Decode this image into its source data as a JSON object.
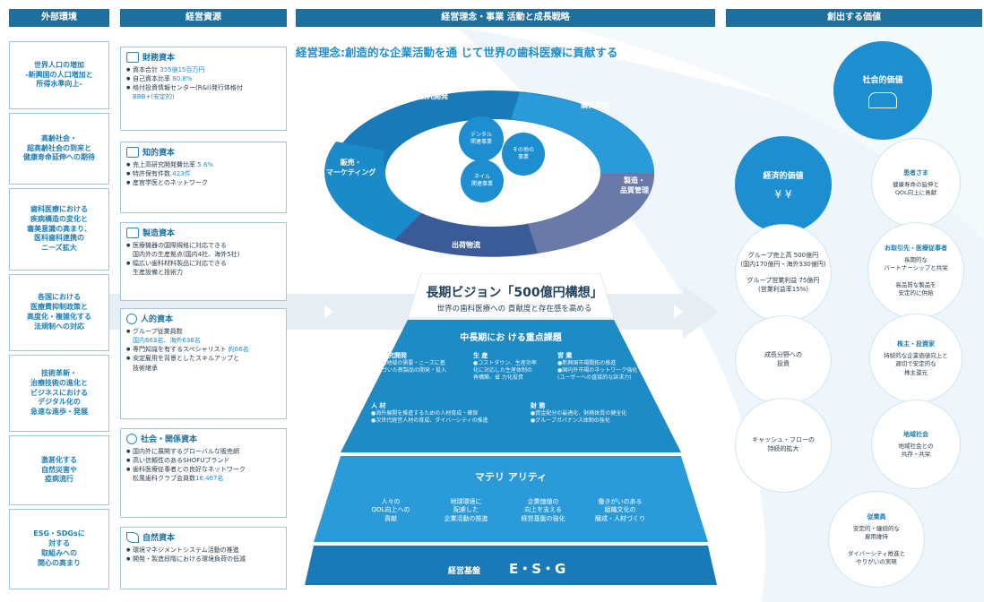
{
  "headers": {
    "external": "外部環境",
    "capital": "経営資源",
    "strategy": "経営理念・事業 活動と成長戦略",
    "value": "創出する価値"
  },
  "philosophy": "経営理念:創造的な企業活動を通 じて世界の歯科医療に貢献する",
  "environment": [
    "世界人口の増加\n-新興国の人口増加と\n所得水準向上-",
    "高齢社会・\n超高齢社会の到来と\n健康寿命延伸への期待",
    "歯科医療における\n疾病構造の変化と\n審美意識の高まり、\n医科歯科連携の\nニーズ拡大",
    "各国における\n医療費抑制政策と\n高度化・複雑化する\n法規制への対応",
    "技術革新・\n治療技術の進化と\nビジネスにおける\nデジタル化の\n急速な進歩・発展",
    "激甚化する\n自然災害や\n疫病流行",
    "ESG・SDGsに\n対する\n取組みへの\n関心の高まり"
  ],
  "capitals": [
    {
      "title": "財務資本",
      "icon": "bar-chart-icon",
      "items": [
        {
          "text": "資本合計 ",
          "hl": "355億15百万円"
        },
        {
          "text": "自己資本比率 ",
          "hl": "80.8%"
        },
        {
          "text": "格付投資情報センター(R&I)発行体格付\n",
          "hl": "BBB+(安定的)"
        }
      ]
    },
    {
      "title": "知的資本",
      "icon": "book-icon",
      "items": [
        {
          "text": "売上高研究開発費比率 ",
          "hl": "5.8%"
        },
        {
          "text": "特許保有件数 ",
          "hl": "423件"
        },
        {
          "text": "産官学医とのネットワーク",
          "hl": ""
        }
      ]
    },
    {
      "title": "製造資本",
      "icon": "factory-icon",
      "items": [
        {
          "text": "医療機器の国際規格に対応できる\n国内外の生産拠点(国内4社、海外5社)",
          "hl": ""
        },
        {
          "text": "幅広い歯科材料製品に対応できる\n生産設備と技術力",
          "hl": ""
        }
      ]
    },
    {
      "title": "人的資本",
      "icon": "person-icon",
      "items": [
        {
          "text": "グループ従業員数\n",
          "hl": "国内663名、海外636名"
        },
        {
          "text": "専門知識を有するスペシャリスト ",
          "hl": "約66名"
        },
        {
          "text": "安定雇用を背景としたスキルアップと\n技術継承",
          "hl": ""
        }
      ]
    },
    {
      "title": "社会・関係資本",
      "icon": "network-icon",
      "items": [
        {
          "text": "国内外に展開するグローバルな販売網",
          "hl": ""
        },
        {
          "text": "高い信頼性のあるSHOFUブランド",
          "hl": ""
        },
        {
          "text": "歯科医療従事者との良好なネットワーク\n松風歯科クラブ会員数",
          "hl": "16,467名"
        }
      ]
    },
    {
      "title": "自然資本",
      "icon": "leaf-icon",
      "items": [
        {
          "text": "環境マネジメントシステム活動の推進",
          "hl": ""
        },
        {
          "text": "開発・製造段階における環境負荷の低減",
          "hl": ""
        }
      ]
    }
  ],
  "cycle": {
    "rd": "研究開発",
    "procurement": "購買物流",
    "manufacturing": "製造・\n品質管理",
    "shipping": "出荷物流",
    "sales": "販売・\nマーケティング",
    "inner": [
      "デンタル\n関連事業",
      "その他の\n事業",
      "ネイル\n関連事業"
    ]
  },
  "vision": {
    "title": "長期ビジョン「500億円構想」",
    "subtitle": "世界の歯科医療への 貢献度と存在感を高める"
  },
  "priorities": {
    "title": "中長期にお ける重点課題",
    "row1": [
      {
        "label": "研究開発",
        "text": "●地域の需要・ニーズに基\nづいた新製品の開発・投入"
      },
      {
        "label": "生 産",
        "text": "●コストダウン、生産効率\n化に対応した生産体制の\n再構築、省 力化投資"
      },
      {
        "label": "営 業",
        "text": "●新興国市場開拓の推進\n●国内外市場のネットワーク強化\n(ユーザーへの直接的な訴求力)"
      }
    ],
    "row2": [
      {
        "label": "人 材",
        "text": "●海外展開を推進するための人材育成・確保\n●次世代経営人材の育成、ダイバーシティの推進"
      },
      {
        "label": "財 務",
        "text": "●資金配分の最適化、財務体質の健全化\n●グループガバナンス体制の強化"
      }
    ]
  },
  "materiality": {
    "title": "マテリ アリティ",
    "items": [
      "人々の\nQOL向上への\n貢献",
      "地球環境に\n配慮した\n企業活動の推進",
      "企業価値の\n向上を支える\n経営基盤の強化",
      "働きがいのある\n組織文化の\n醸成・人材づくり"
    ]
  },
  "foundation": {
    "label": "経営基盤",
    "esg": "E・S・G"
  },
  "values": {
    "social": "社会的価値",
    "economic": "経済的価値",
    "econ_items": [
      "グループ売上高 500億円\n(国内170億円・海外330億円)",
      "グループ営業利益 75億円\n(営業利益率15%)",
      "成長分野への\n投資",
      "キャッシュ・フローの\n持続的拡大"
    ],
    "social_items": [
      {
        "title": "患者さま",
        "text": "健康寿命の延伸と\nQOL向上に貢献"
      },
      {
        "title": "お取引先・医療従事者",
        "text": "長期的な\nパートナーシップと共栄\n\n高品質な製品を\n安定的に供給"
      },
      {
        "title": "株主・投資家",
        "text": "持続的な企業価値向上と\n適切で安定的な\n株主還元"
      },
      {
        "title": "地域社会",
        "text": "地域社会との\n共存・共栄"
      },
      {
        "title": "従業員",
        "text": "安定的・継続的な\n雇用維持\n\nダイバーシティ推進と\nやりがいの実現"
      }
    ]
  }
}
